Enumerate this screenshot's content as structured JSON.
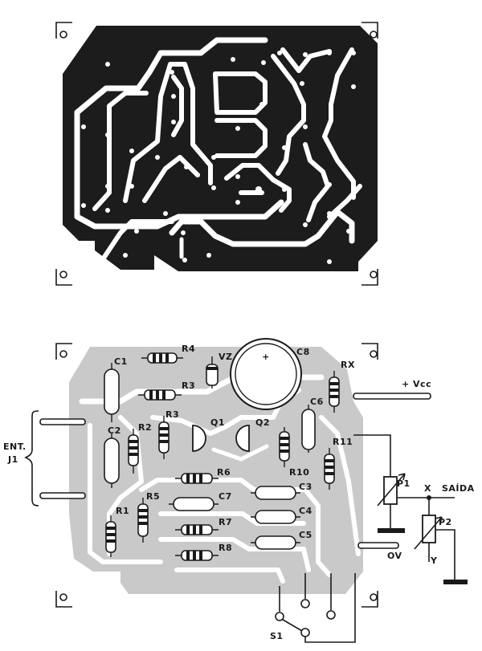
{
  "labels": {
    "c1": "C1",
    "c2": "C2",
    "c3": "C3",
    "c4": "C4",
    "c5": "C5",
    "c6": "C6",
    "c7": "C7",
    "c8": "C8",
    "r1": "R1",
    "r2": "R2",
    "r3a": "R3",
    "r3b": "R3",
    "r4": "R4",
    "r5": "R5",
    "r6": "R6",
    "r7": "R7",
    "r8": "R8",
    "r10": "R10",
    "r11": "R11",
    "rx": "RX",
    "q1": "Q1",
    "q2": "Q2",
    "vz": "VZ",
    "p1": "P1",
    "p2": "P2",
    "x": "X",
    "y": "Y",
    "saida": "SAÍDA",
    "vcc": "+ Vcc",
    "ov": "OV",
    "ent": "ENT.",
    "j1": "J1",
    "s1": "S1",
    "plus": "+"
  },
  "colors": {
    "copper_print": "#1c1c1c",
    "copper_shade": "#c9c9c9",
    "ink": "#1a1a1a"
  }
}
